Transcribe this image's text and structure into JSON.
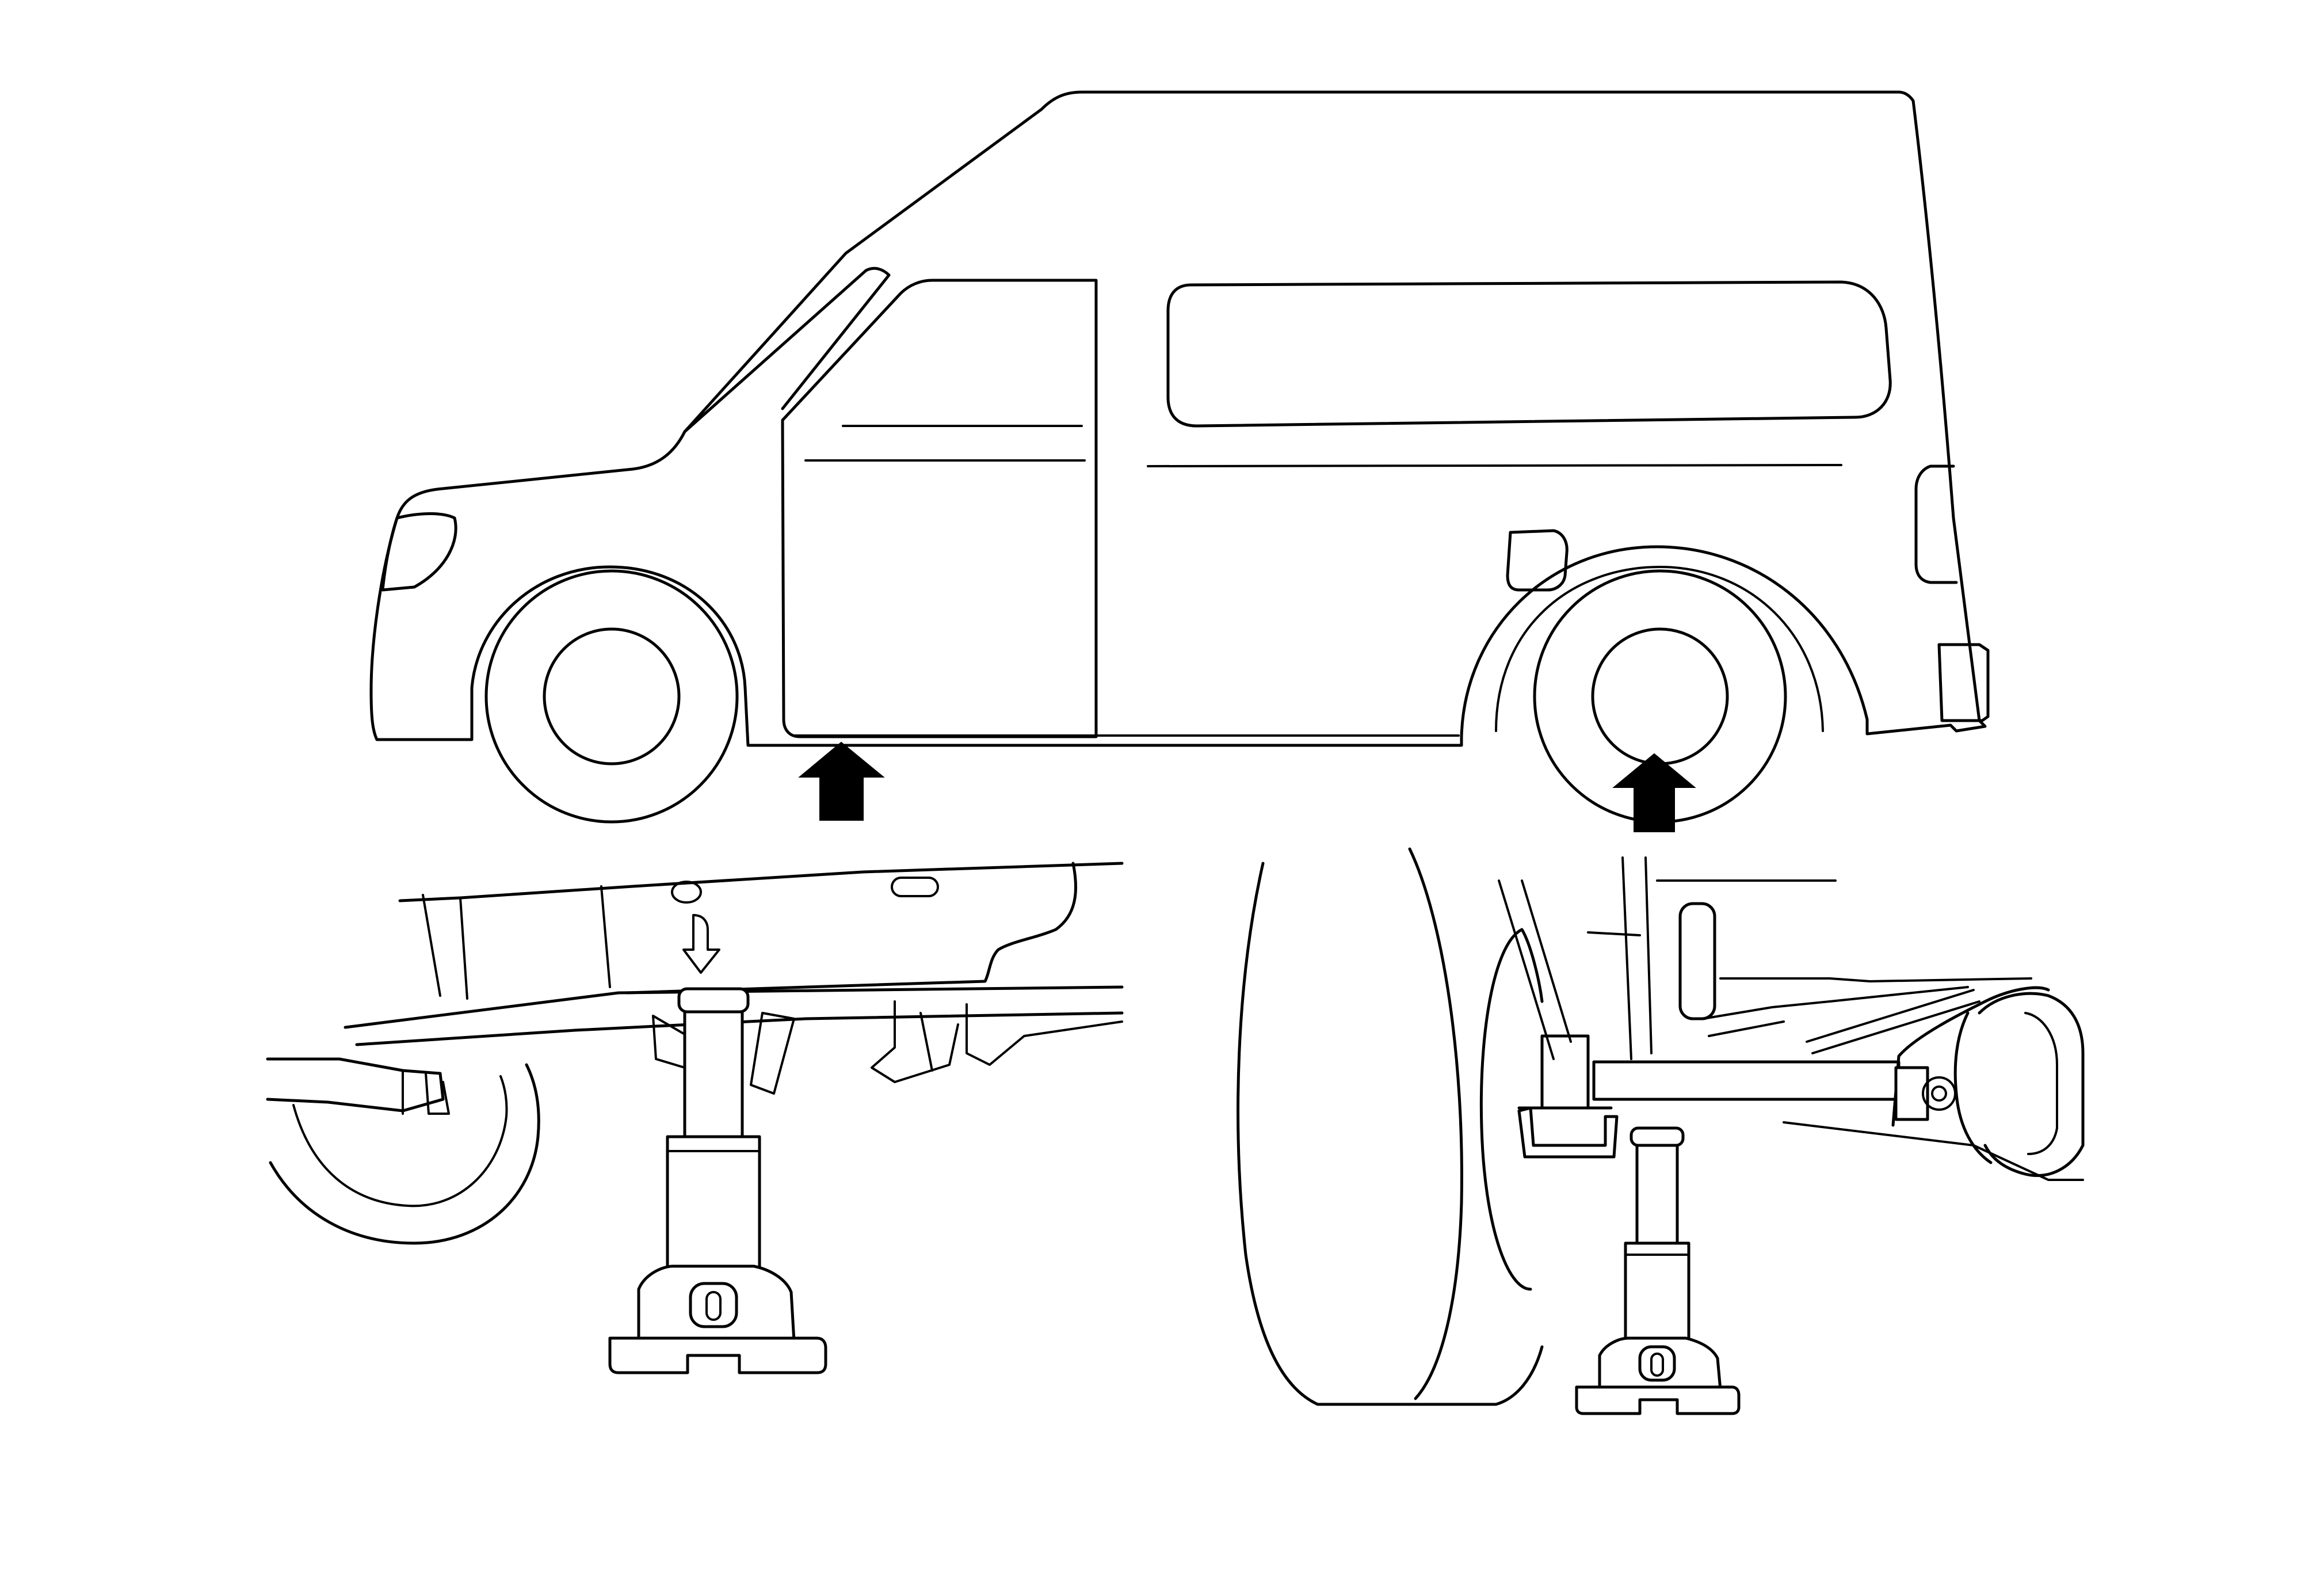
{
  "figure": {
    "colors": {
      "line": "#000000",
      "background": "#ffffff",
      "arrow_fill": "#000000"
    },
    "icons": {
      "front_arrow": "up-arrow-solid",
      "rear_arrow": "up-arrow-solid",
      "jack_point_mark": "down-arrow-outline"
    }
  }
}
